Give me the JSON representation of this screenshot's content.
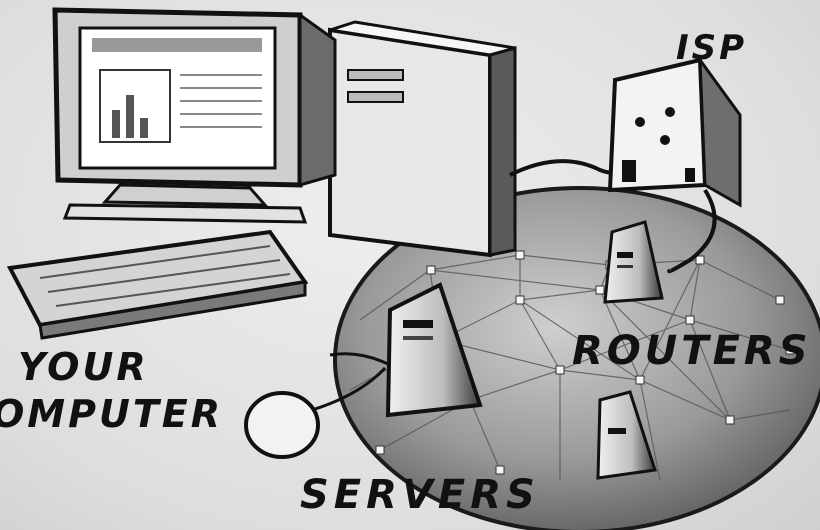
{
  "labels": {
    "isp": "ISP",
    "routers": "ROUTERS",
    "your": "YOUR",
    "computer": "OMPUTER",
    "servers": "SERVERS"
  },
  "colors": {
    "line": "#1a1a1a",
    "globe": "#8c8c8c",
    "device": "#d9d9d9",
    "screen": "#ffffff",
    "node": "#f4f4f4"
  }
}
